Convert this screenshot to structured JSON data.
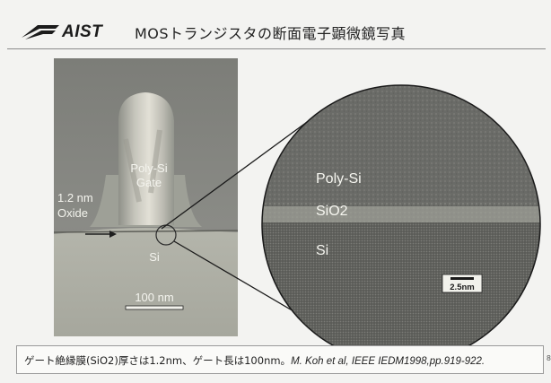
{
  "header": {
    "logo_text": "AIST",
    "title": "MOSトランジスタの断面電子顕微鏡写真"
  },
  "tem_image": {
    "gate_label_line1": "Poly-Si",
    "gate_label_line2": "Gate",
    "oxide_label_line1": "1.2 nm",
    "oxide_label_line2": "Oxide",
    "substrate_label": "Si",
    "scale_label": "100 nm"
  },
  "zoom_image": {
    "poly_label": "Poly-Si",
    "oxide_label": "SiO2",
    "substrate_label": "Si",
    "scale_label": "2.5nm"
  },
  "caption": {
    "text_jp": "ゲート絶縁膜(SiO2)厚さは1.2nm、ゲート長は100nm。",
    "citation": "M. Koh et al, IEEE IEDM1998,pp.919-922."
  },
  "page_number": "8"
}
